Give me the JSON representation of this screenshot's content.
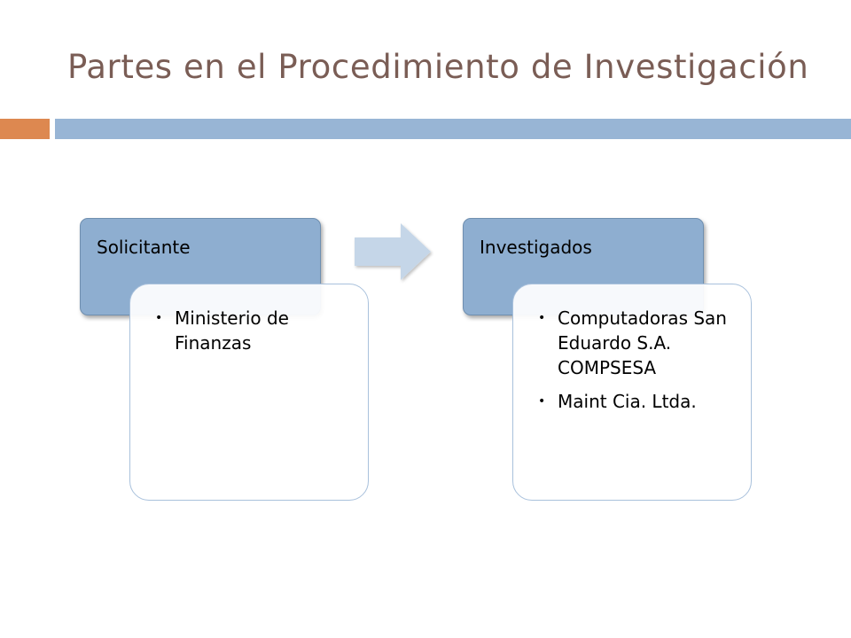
{
  "slide": {
    "title": "Partes en el Procedimiento de Investigación"
  },
  "colors": {
    "title": "#7a5d55",
    "accent_orange": "#dd8850",
    "accent_blue": "#98b5d5",
    "header_fill": "#8eaed0",
    "arrow_fill": "#c5d6e8"
  },
  "diagram": {
    "nodes": [
      {
        "header": "Solicitante",
        "items": [
          "Ministerio de Finanzas"
        ]
      },
      {
        "header": "Investigados",
        "items": [
          "Computadoras San Eduardo S.A. COMPSESA",
          "Maint Cia. Ltda."
        ]
      }
    ],
    "bullet_glyph": "•"
  }
}
